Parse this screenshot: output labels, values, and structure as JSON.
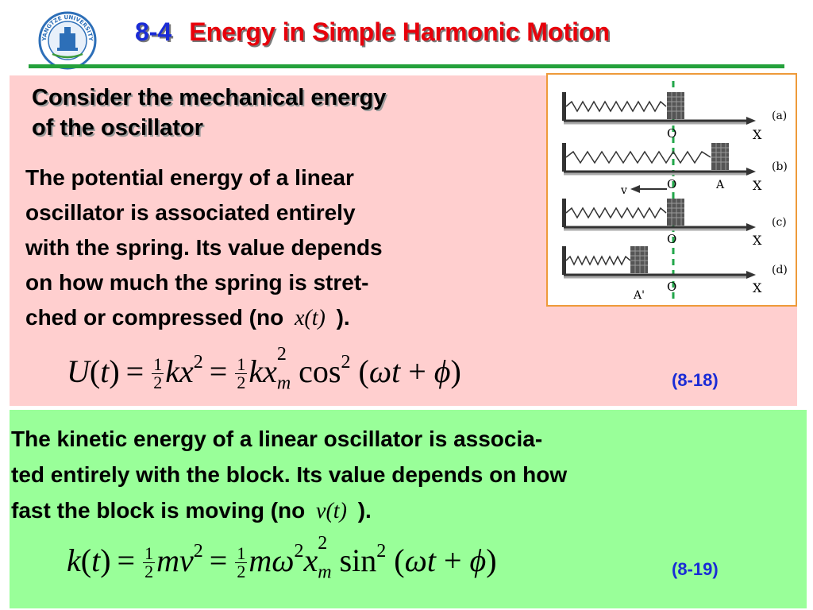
{
  "title": {
    "number": "8-4",
    "text": "Energy in Simple Harmonic Motion"
  },
  "logo": {
    "text": "YANGTZE UNIVERSITY"
  },
  "potential": {
    "heading_line1": "Consider the mechanical energy",
    "heading_line2": "of the oscillator",
    "line1": "The potential energy of a linear",
    "line2": "oscillator is associated entirely",
    "line3": "with the spring. Its value depends",
    "line4": "on how much the spring is stret-",
    "line5_before": "ched or compressed (no",
    "line5_math": "x(t)",
    "line5_after": ").",
    "equation_label": "(8-18)"
  },
  "kinetic": {
    "line1": "The kinetic energy of a linear oscillator is associa-",
    "line2": "ted entirely with the block. Its value depends on how",
    "line3_before": "fast the block is moving (no",
    "line3_math": "v(t)",
    "line3_after": ").",
    "equation_label": "(8-19)"
  },
  "figure": {
    "labels": [
      "(a)",
      "(b)",
      "(c)",
      "(d)"
    ],
    "axis": "X",
    "origin": "O",
    "velocity": "v",
    "amplitude": "A",
    "neg_amplitude": "A'"
  },
  "colors": {
    "title_number": "#1a2bd6",
    "title_text": "#e8000b",
    "rule": "#24a13b",
    "pink_panel": "#ffcfcf",
    "green_panel": "#99ff99",
    "figure_border": "#ee9a3a",
    "equation_label": "#1a2bd6"
  }
}
